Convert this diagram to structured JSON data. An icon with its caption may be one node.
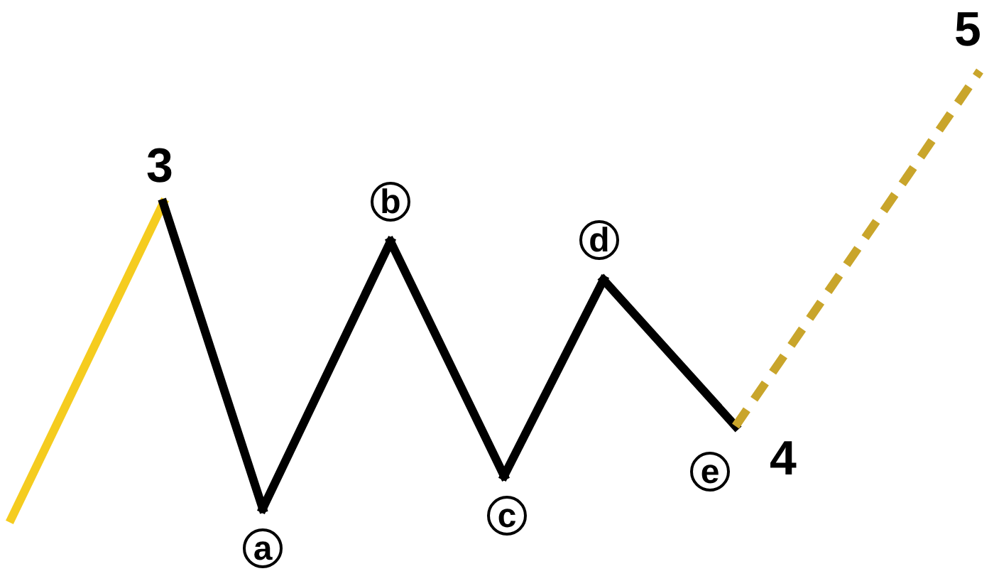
{
  "diagram": {
    "nodes": [
      {
        "text": [
          "3"
        ]
      },
      {
        "text": [
          "a"
        ]
      },
      {
        "text": [
          "b"
        ]
      },
      {
        "text": [
          "c"
        ]
      },
      {
        "text": [
          "d"
        ]
      },
      {
        "text": [
          "e",
          "4"
        ]
      },
      {
        "text": [
          "5"
        ]
      }
    ],
    "edges": [
      {
        "from": null,
        "to": 0,
        "arrow": "none",
        "color": "#f5cc1f"
      },
      {
        "from": 0,
        "to": 1,
        "arrow": "none"
      },
      {
        "from": 1,
        "to": 2,
        "arrow": "none"
      },
      {
        "from": 2,
        "to": 3,
        "arrow": "none"
      },
      {
        "from": 3,
        "to": 4,
        "arrow": "none"
      },
      {
        "from": 4,
        "to": 5,
        "arrow": "none"
      },
      {
        "from": 5,
        "to": 6,
        "arrow": "none",
        "style": "dashed",
        "color": "#c9a52b"
      }
    ]
  }
}
